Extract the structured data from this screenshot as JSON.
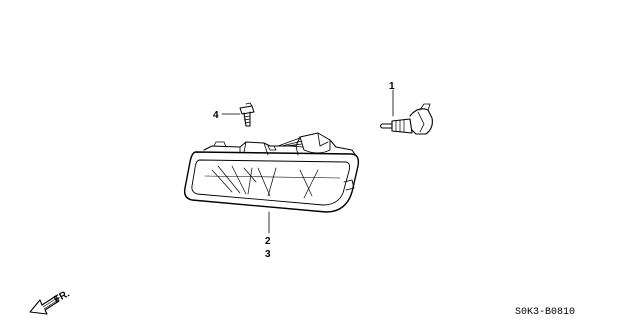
{
  "diagram": {
    "diagram_code": "S0K3-B0810",
    "direction_label": "FR.",
    "callouts": [
      {
        "id": "callout-1",
        "label": "1"
      },
      {
        "id": "callout-2",
        "label": "2"
      },
      {
        "id": "callout-3",
        "label": "3"
      },
      {
        "id": "callout-4",
        "label": "4"
      }
    ],
    "parts": [
      {
        "name": "fog-light-bulb"
      },
      {
        "name": "fog-light-housing"
      },
      {
        "name": "mounting-screw"
      }
    ]
  }
}
